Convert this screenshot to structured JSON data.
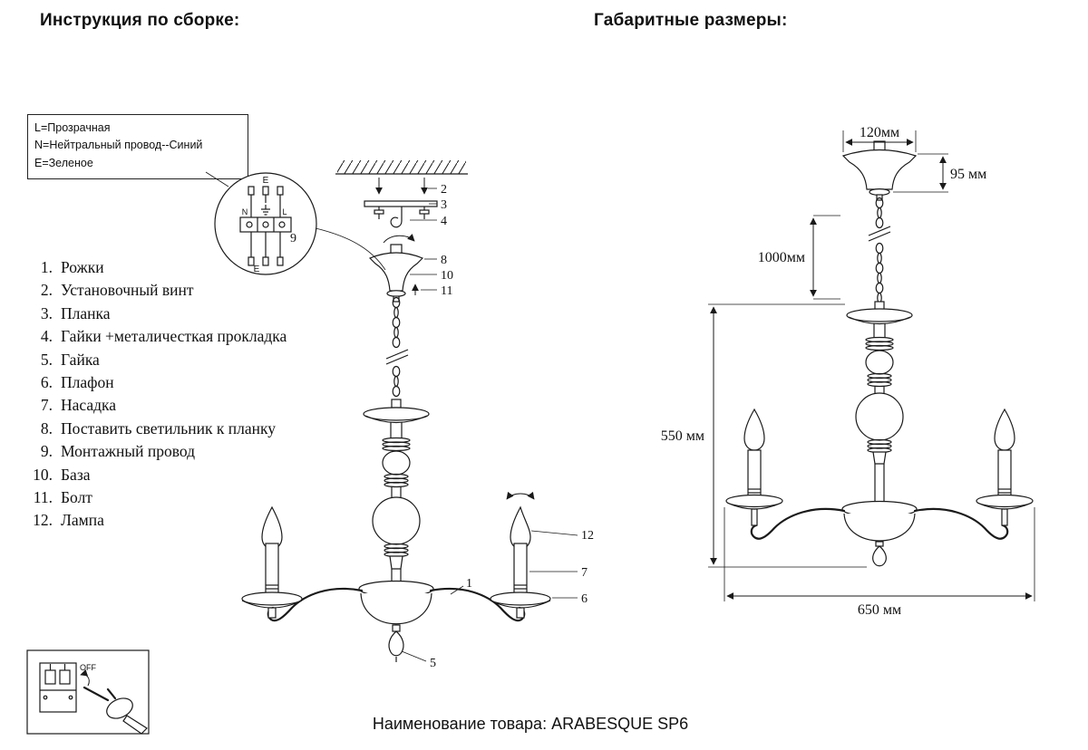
{
  "page": {
    "left_title": "Инструкция по сборке:",
    "right_title": "Габаритные размеры:",
    "footer": "Наименование товара: ARABESQUE SP6"
  },
  "wiring_legend": {
    "line1": "L=Прозрачная",
    "line2": "N=Нейтральный провод--Синий",
    "line3": "E=Зеленое"
  },
  "wiring_bubble": {
    "top_label": "E",
    "neutral_label": "N",
    "live_label": "L",
    "bottom_label": "E",
    "callout": "9"
  },
  "parts": [
    {
      "num": "1.",
      "label": "Рожки"
    },
    {
      "num": "2.",
      "label": "Установочный винт"
    },
    {
      "num": "3.",
      "label": "Планка"
    },
    {
      "num": "4.",
      "label": "Гайки +металичесткая прокладка"
    },
    {
      "num": "5.",
      "label": "Гайка"
    },
    {
      "num": "6.",
      "label": "Плафон"
    },
    {
      "num": "7.",
      "label": "Насадка"
    },
    {
      "num": "8.",
      "label": "Поставить светильник к планку"
    },
    {
      "num": "9.",
      "label": "Монтажный провод"
    },
    {
      "num": "10.",
      "label": "База"
    },
    {
      "num": "11.",
      "label": "Болт"
    },
    {
      "num": "12.",
      "label": "Лампа"
    }
  ],
  "callouts": {
    "c1": "1",
    "c2": "2",
    "c3": "3",
    "c4": "4",
    "c5": "5",
    "c6": "6",
    "c7": "7",
    "c8": "8",
    "c10": "10",
    "c11": "11",
    "c12": "12"
  },
  "dimensions": {
    "top_width": "120мм",
    "canopy_height": "95 мм",
    "chain_length": "1000мм",
    "body_height": "550 мм",
    "total_width": "650 мм"
  },
  "safety": {
    "switch_label": "OFF"
  }
}
